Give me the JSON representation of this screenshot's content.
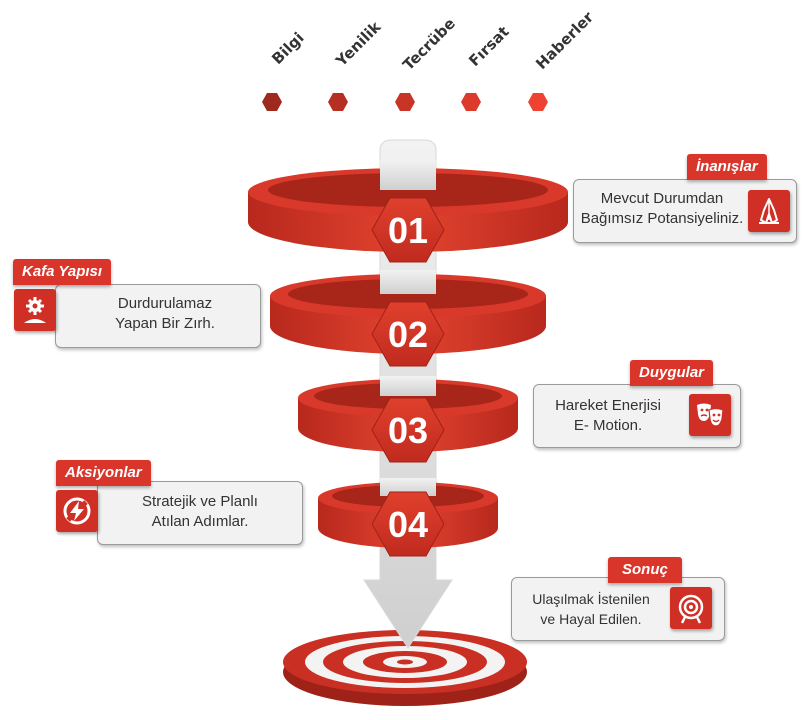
{
  "top_labels": [
    {
      "text": "Bilgi",
      "color": "#9e2a1f"
    },
    {
      "text": "Yenilik",
      "color": "#b52f22"
    },
    {
      "text": "Tecrübe",
      "color": "#c83526"
    },
    {
      "text": "Fırsat",
      "color": "#dc3a2b"
    },
    {
      "text": "Haberler",
      "color": "#ee4232"
    }
  ],
  "steps": [
    {
      "number": "01"
    },
    {
      "number": "02"
    },
    {
      "number": "03"
    },
    {
      "number": "04"
    }
  ],
  "cards": {
    "inanislar": {
      "title": "İnanışlar",
      "line1": "Mevcut Durumdan",
      "line2": "Bağımsız Potansiyeliniz.",
      "icon": "praying-hands-icon"
    },
    "kafa_yapisi": {
      "title": "Kafa Yapısı",
      "line1": "Durdurulamaz",
      "line2": "Yapan Bir Zırh.",
      "icon": "head-gear-icon"
    },
    "duygular": {
      "title": "Duygular",
      "line1": "Hareket Enerjisi",
      "line2": "E- Motion.",
      "icon": "theater-masks-icon"
    },
    "aksiyonlar": {
      "title": "Aksiyonlar",
      "line1": "Stratejik ve Planlı",
      "line2": "Atılan Adımlar.",
      "icon": "action-bolt-icon"
    },
    "sonuc": {
      "title": "Sonuç",
      "line1": "Ulaşılmak İstenilen",
      "line2": "ve Hayal Edilen.",
      "icon": "target-icon"
    }
  },
  "colors": {
    "accent": "#d9352a",
    "ring_dark": "#b8281d",
    "ring_light": "#e8503c",
    "arrow": "#e4e4e4"
  }
}
